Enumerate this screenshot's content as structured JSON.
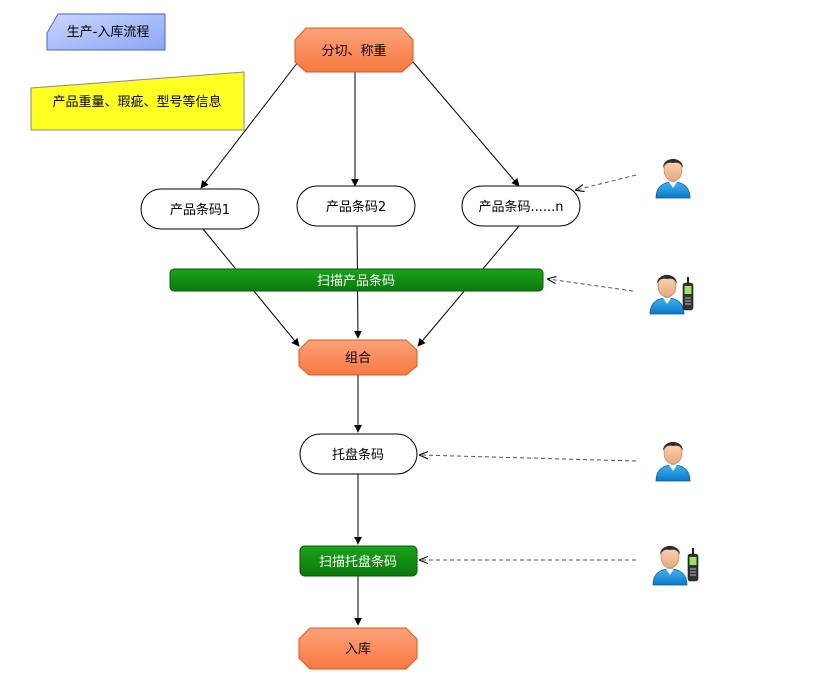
{
  "diagram": {
    "title": "生产-入库流程",
    "note": "产品重量、瑕疵、型号等信息",
    "nodes": {
      "cut_weigh": "分切、称重",
      "barcode_1": "产品条码1",
      "barcode_2": "产品条码2",
      "barcode_n": "产品条码......n",
      "scan_product": "扫描产品条码",
      "combine": "组合",
      "pallet_barcode": "托盘条码",
      "scan_pallet": "扫描托盘条码",
      "warehouse_in": "入库"
    }
  },
  "colors": {
    "orange_fill": "#F98B5C",
    "orange_stroke": "#D85A20",
    "green_fill": "#0E8E0E",
    "green_stroke": "#075A07",
    "yellow_note": "#FFFF22",
    "title_tag": "#9EB4F7"
  },
  "icons": [
    "person-icon",
    "person-with-phone-icon",
    "person-icon",
    "person-with-phone-icon"
  ]
}
